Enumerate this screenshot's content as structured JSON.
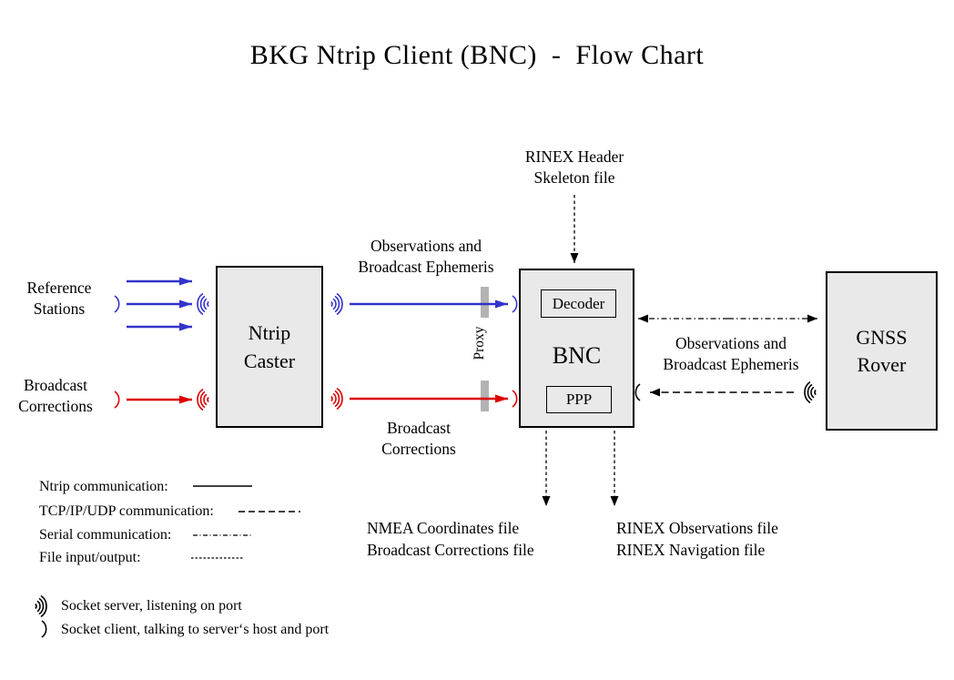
{
  "title": "BKG Ntrip Client (BNC)  -  Flow Chart",
  "colors": {
    "ntrip_blue": "#3333cc",
    "corrections_red": "#dd0000",
    "node_fill": "#e9e9e9",
    "node_border": "#000000",
    "proxy_gray": "#b3b3b3",
    "text": "#000000"
  },
  "nodes": {
    "ntrip_caster": {
      "lines": [
        "Ntrip",
        "Caster"
      ]
    },
    "bnc": {
      "label": "BNC",
      "decoder_label": "Decoder",
      "ppp_label": "PPP"
    },
    "gnss_rover": {
      "lines": [
        "GNSS",
        "Rover"
      ]
    }
  },
  "labels": {
    "reference_stations": {
      "lines": [
        "Reference",
        "Stations"
      ]
    },
    "broadcast_corrections_input": {
      "lines": [
        "Broadcast",
        "Corrections"
      ]
    },
    "observations_ephemeris_caster_bnc": {
      "lines": [
        "Observations and",
        "Broadcast Ephemeris"
      ]
    },
    "broadcast_corrections_caster_bnc": {
      "lines": [
        "Broadcast",
        "Corrections"
      ]
    },
    "rinex_header_skeleton": {
      "lines": [
        "RINEX Header",
        "Skeleton file"
      ]
    },
    "observations_ephemeris_rover_bnc": {
      "lines": [
        "Observations and",
        "Broadcast Ephemeris"
      ]
    },
    "proxy": "Proxy",
    "nmea_outputs": {
      "lines": [
        "NMEA Coordinates file",
        "Broadcast Corrections file"
      ]
    },
    "rinex_outputs": {
      "lines": [
        "RINEX Observations file",
        "RINEX Navigation file"
      ]
    }
  },
  "legend": {
    "ntrip_label": "Ntrip communication:",
    "tcp_label": "TCP/IP/UDP communication:",
    "serial_label": "Serial communication:",
    "file_label": "File input/output:",
    "socket_server_label": "Socket server, listening on port",
    "socket_client_label": "Socket client, talking to server‘s host and port"
  }
}
